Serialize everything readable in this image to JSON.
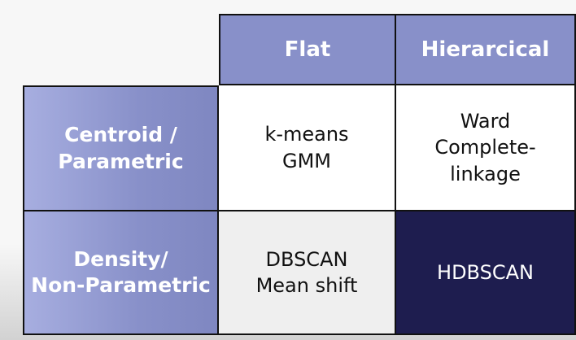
{
  "table": {
    "columns": [
      "Flat",
      "Hierarcical"
    ],
    "rows": [
      {
        "header": [
          "Centroid /",
          "Parametric"
        ],
        "cells": [
          [
            "k-means",
            "GMM"
          ],
          [
            "Ward",
            "Complete-",
            "linkage"
          ]
        ]
      },
      {
        "header": [
          "Density/",
          "Non-Parametric"
        ],
        "cells": [
          [
            "DBSCAN",
            "Mean shift"
          ],
          [
            "HDBSCAN"
          ]
        ]
      }
    ]
  },
  "colors": {
    "header_fill": "#8890c9",
    "highlight_fill": "#1e1d4f",
    "light_fill": "#efefef"
  }
}
